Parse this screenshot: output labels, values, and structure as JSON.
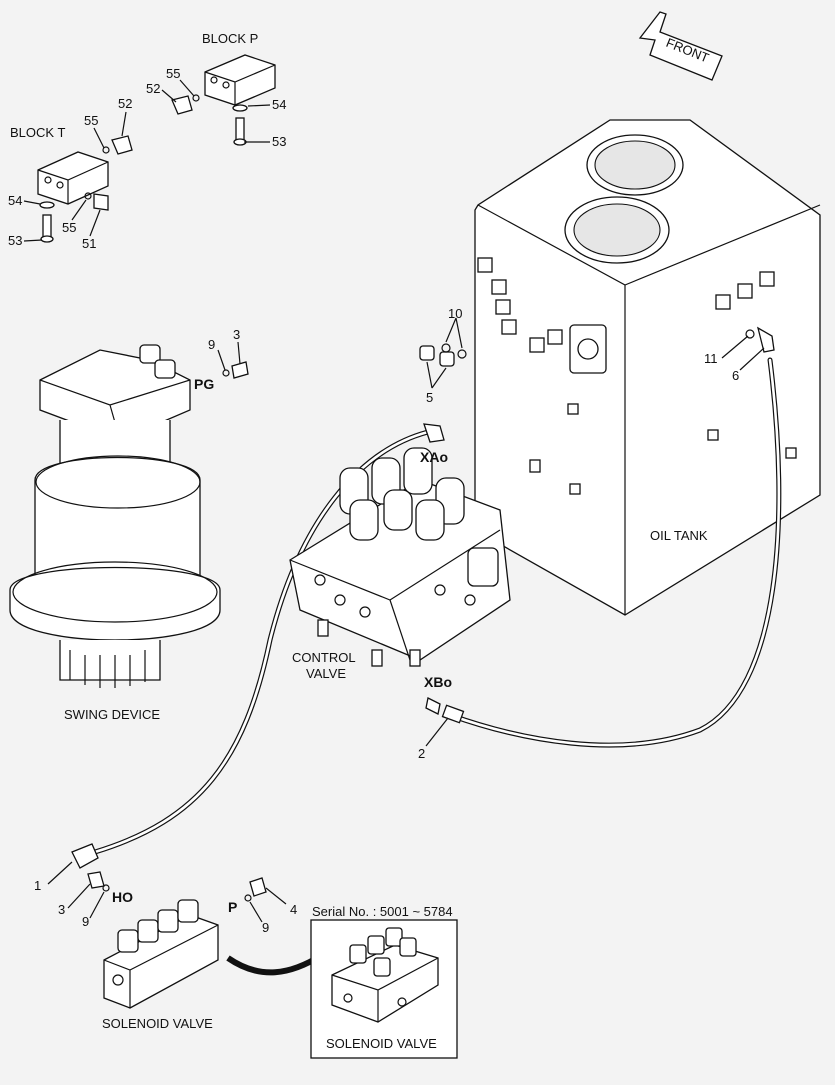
{
  "labels": {
    "front": "FRONT",
    "block_p": "BLOCK  P",
    "block_t": "BLOCK  T",
    "pg": "PG",
    "xao": "XAo",
    "xbo": "XBo",
    "ho": "HO",
    "p": "P",
    "swing_device": "SWING DEVICE",
    "control_valve_1": "CONTROL",
    "control_valve_2": "VALVE",
    "oil_tank": "OIL TANK",
    "solenoid_valve": "SOLENOID VALVE",
    "solenoid_valve_inset": "SOLENOID VALVE",
    "serial": "Serial No. : 5001 ~ 5784"
  },
  "callouts": {
    "n55_top": "55",
    "n52_top": "52",
    "n54_top": "54",
    "n53_top": "53",
    "n55_mid": "55",
    "n52_mid": "52",
    "n54_left": "54",
    "n55_low": "55",
    "n51": "51",
    "n53_left": "53",
    "n9_pg": "9",
    "n3_pg": "3",
    "n10": "10",
    "n5": "5",
    "n11": "11",
    "n6": "6",
    "n2": "2",
    "n1": "1",
    "n3_ho": "3",
    "n9_ho": "9",
    "n4": "4",
    "n9_p": "9"
  },
  "colors": {
    "line": "#111111",
    "background": "#f3f3f3",
    "part_fill": "#ffffff"
  }
}
